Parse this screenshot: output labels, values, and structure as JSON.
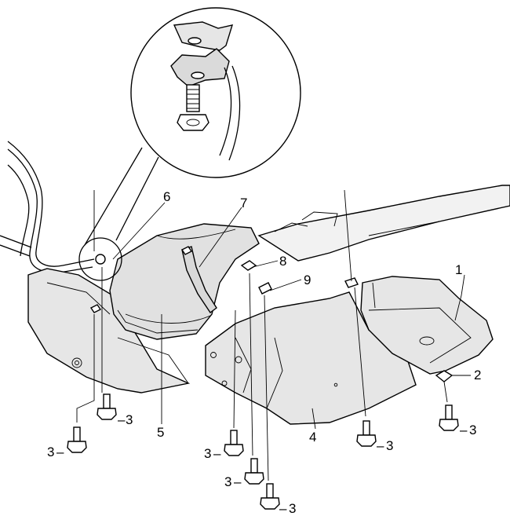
{
  "figure": {
    "kind": "exploded parts diagram",
    "background": "#ffffff",
    "part_fill": "#e6e6e6",
    "part_shade": "#cfcfcf",
    "line_color": "#000000"
  },
  "callouts": {
    "part_1": "1",
    "part_2": "2",
    "part_4": "4",
    "part_5": "5",
    "part_6": "6",
    "part_7": "7",
    "part_8": "8",
    "part_9": "9",
    "bolt_a": "3",
    "bolt_b": "3",
    "bolt_c": "3",
    "bolt_d": "3",
    "bolt_e": "3",
    "bolt_f": "3",
    "bolt_g": "3"
  },
  "bolt_separator": "–"
}
